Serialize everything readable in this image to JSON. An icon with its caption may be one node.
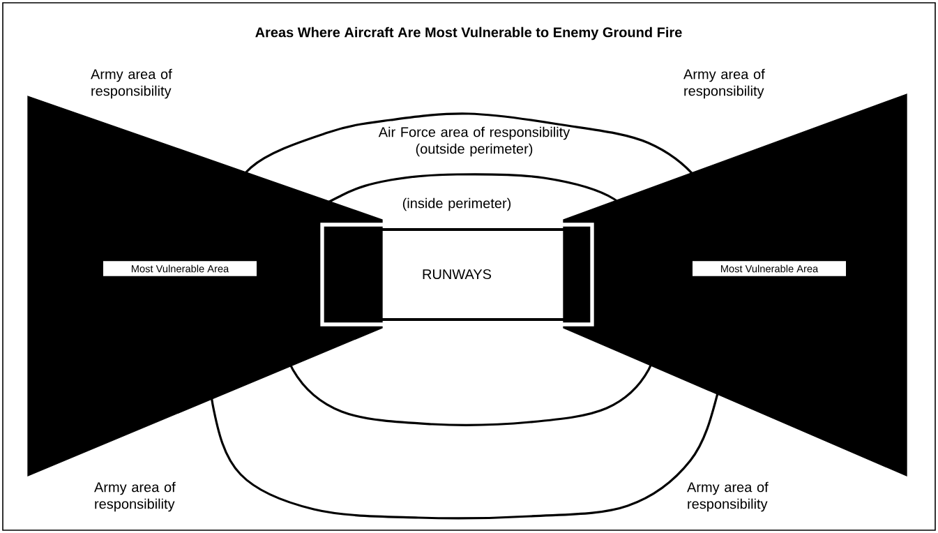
{
  "diagram": {
    "title": "Areas Where Aircraft Are Most Vulnerable to Enemy Ground Fire",
    "nodes": [
      {
        "text": [
          "Air Force area of responsibility (outside perimeter)"
        ]
      },
      {
        "text": [
          "(inside perimeter)"
        ],
        "in": 0
      },
      {
        "text": [
          "RUNWAYS"
        ],
        "in": 1
      },
      {
        "text": [
          "Most Vulnerable Area"
        ]
      },
      {
        "text": [
          "Most Vulnerable Area"
        ]
      }
    ],
    "edges": [],
    "labels": [
      "Army area of responsibility",
      "Army area of responsibility",
      "Army area of responsibility",
      "Army area of responsibility"
    ]
  }
}
